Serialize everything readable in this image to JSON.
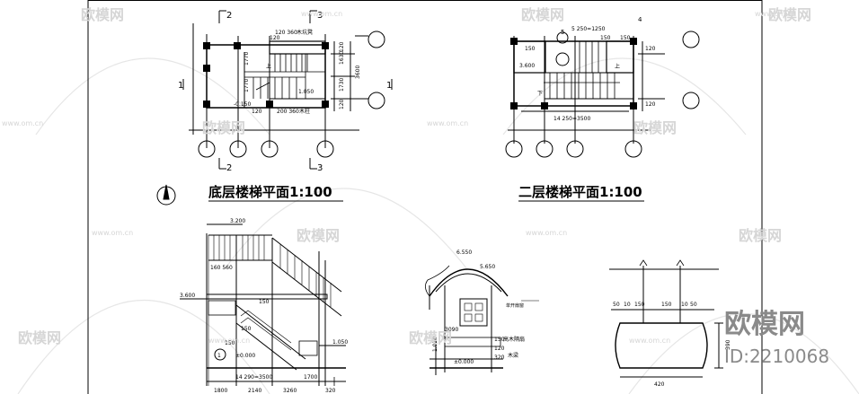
{
  "watermark": {
    "brand_cn": "欧模网",
    "site": "www.om.cn",
    "id_text": "ID:2210068"
  },
  "plans": {
    "ground": {
      "title": "底层楼梯平面1:100",
      "section_marks": [
        "2",
        "3",
        "1",
        "1",
        "2",
        "3"
      ],
      "labels": [
        "木坑凳",
        "木柱",
        "上",
        "1.050",
        "-0.150"
      ],
      "dims": [
        "120 360",
        "120",
        "1770",
        "1770",
        "1630",
        "1730",
        "3600",
        "120",
        "120",
        "200 360",
        "120"
      ]
    },
    "second": {
      "title": "二层楼梯平面1:100",
      "labels": [
        "3.600",
        "上",
        "下"
      ],
      "dims": [
        "5 250=1250",
        "150",
        "150",
        "120",
        "120",
        "14  250=3500",
        "150"
      ],
      "marks": [
        "4",
        "5"
      ]
    }
  },
  "section": {
    "levels": [
      "3.200",
      "3.600",
      "1.050",
      "±0.000"
    ],
    "dims": [
      "160 560",
      "150",
      "150",
      "150",
      "14  290=3500",
      "1800",
      "2140",
      "3260",
      "1700",
      "320"
    ],
    "mark": "1"
  },
  "detail_elevation": {
    "levels": [
      "6.550",
      "5.650",
      "±0.000",
      "1.050"
    ],
    "labels": [
      "单开扇窗",
      "高木隔扇",
      "木梁"
    ],
    "dims": [
      "3090",
      "150",
      "120",
      "320"
    ]
  },
  "detail_column": {
    "dims": [
      "50",
      "10",
      "150",
      "150",
      "10",
      "50",
      "390",
      "420"
    ]
  }
}
